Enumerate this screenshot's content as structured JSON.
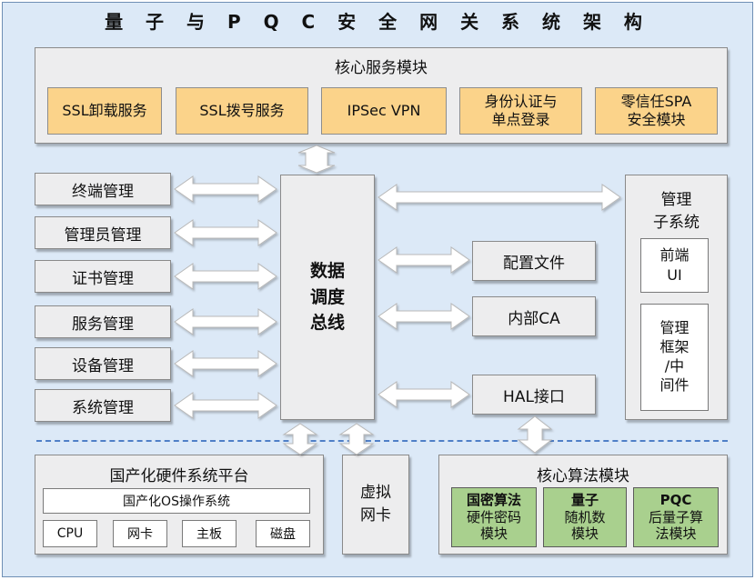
{
  "title": "量 子 与 P Q C 安 全 网 关 系 统 架 构",
  "core_services": {
    "title": "核心服务模块",
    "items": [
      "SSL卸载服务",
      "SSL拨号服务",
      "IPSec VPN",
      "身份认证与\n单点登录",
      "零信任SPA\n安全模块"
    ]
  },
  "left_modules": [
    "终端管理",
    "管理员管理",
    "证书管理",
    "服务管理",
    "设备管理",
    "系统管理"
  ],
  "bus": {
    "label": "数据\n调度\n总线"
  },
  "middle_modules": [
    "配置文件",
    "内部CA",
    "HAL接口"
  ],
  "mgmt": {
    "title": "管理\n子系统",
    "frontend": "前端\nUI",
    "framework": "管理\n框架\n/中\n间件"
  },
  "hw_platform": {
    "title": "国产化硬件系统平台",
    "os": "国产化OS操作系统",
    "parts": [
      "CPU",
      "网卡",
      "主板",
      "磁盘"
    ]
  },
  "vnic": "虚拟\n网卡",
  "algo": {
    "title": "核心算法模块",
    "items": [
      {
        "bold": "国密算法",
        "text": "硬件密码\n模块"
      },
      {
        "bold": "量子",
        "text": "随机数\n模块"
      },
      {
        "bold": "PQC",
        "text": "后量子算\n法模块"
      }
    ]
  },
  "colors": {
    "background": "#dce9f7",
    "box": "#ededee",
    "orange": "#fbd38a",
    "green": "#a9d08e",
    "dash": "#4f7fc7"
  }
}
